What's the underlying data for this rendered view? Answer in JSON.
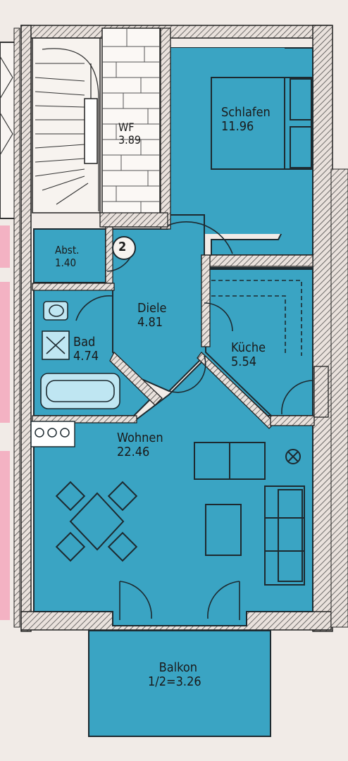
{
  "rooms": {
    "wf": {
      "name": "WF",
      "area": "3.89"
    },
    "schlafen": {
      "name": "Schlafen",
      "area": "11.96"
    },
    "abst": {
      "name": "Abst.",
      "area": "1.40"
    },
    "diele": {
      "name": "Diele",
      "area": "4.81"
    },
    "bad": {
      "name": "Bad",
      "area": "4.74"
    },
    "kueche": {
      "name": "Küche",
      "area": "5.54"
    },
    "wohnen": {
      "name": "Wohnen",
      "area": "22.46"
    },
    "balkon": {
      "name": "Balkon",
      "area": "1/2=3.26"
    }
  },
  "unit_marker": "2",
  "colors": {
    "room_fill": "#3aa4c3",
    "wall_hatch": "#d9cfc8",
    "line": "#1d2a30",
    "background": "#f1ebe7",
    "neighbor_pink": "#f3b2c3"
  }
}
